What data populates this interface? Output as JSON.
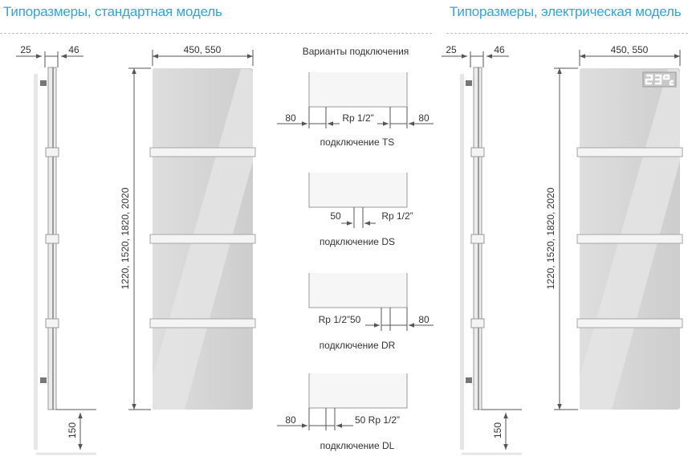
{
  "titles": {
    "standard": "Типоразмеры, стандартная модель",
    "electric": "Типоразмеры, электрическая модель"
  },
  "colors": {
    "title": "#2fa6d6",
    "panel_fill": "#d4d4d4",
    "panel_highlight": "#e6e6e6",
    "dimension_line": "#555555",
    "dashed_rule": "#bfbfbf"
  },
  "standard_model": {
    "side_view": {
      "dim_wall_offset": "25",
      "dim_depth": "46",
      "dim_floor_gap": "150"
    },
    "front_view": {
      "dim_width": "450, 550",
      "dim_height": "1220, 1520, 1820, 2020"
    }
  },
  "connections": {
    "heading": "Варианты подключения",
    "variants": [
      {
        "label": "подключение TS",
        "dim_left": "80",
        "dim_middle": "Rp 1/2”",
        "dim_right": "80"
      },
      {
        "label": "подключение DS",
        "dim_left": "50",
        "dim_right": "Rp 1/2”"
      },
      {
        "label": "подключение DR",
        "dim_left": "Rp 1/2”50",
        "dim_right": "80"
      },
      {
        "label": "подключение DL",
        "dim_left": "80",
        "dim_right": "50 Rp 1/2”"
      }
    ]
  },
  "electric_model": {
    "side_view": {
      "dim_wall_offset": "25",
      "dim_depth": "46",
      "dim_floor_gap": "150"
    },
    "front_view": {
      "dim_width": "450, 550",
      "dim_height": "1220, 1520, 1820, 2020",
      "display_icon": "temperature-display-icon"
    }
  }
}
